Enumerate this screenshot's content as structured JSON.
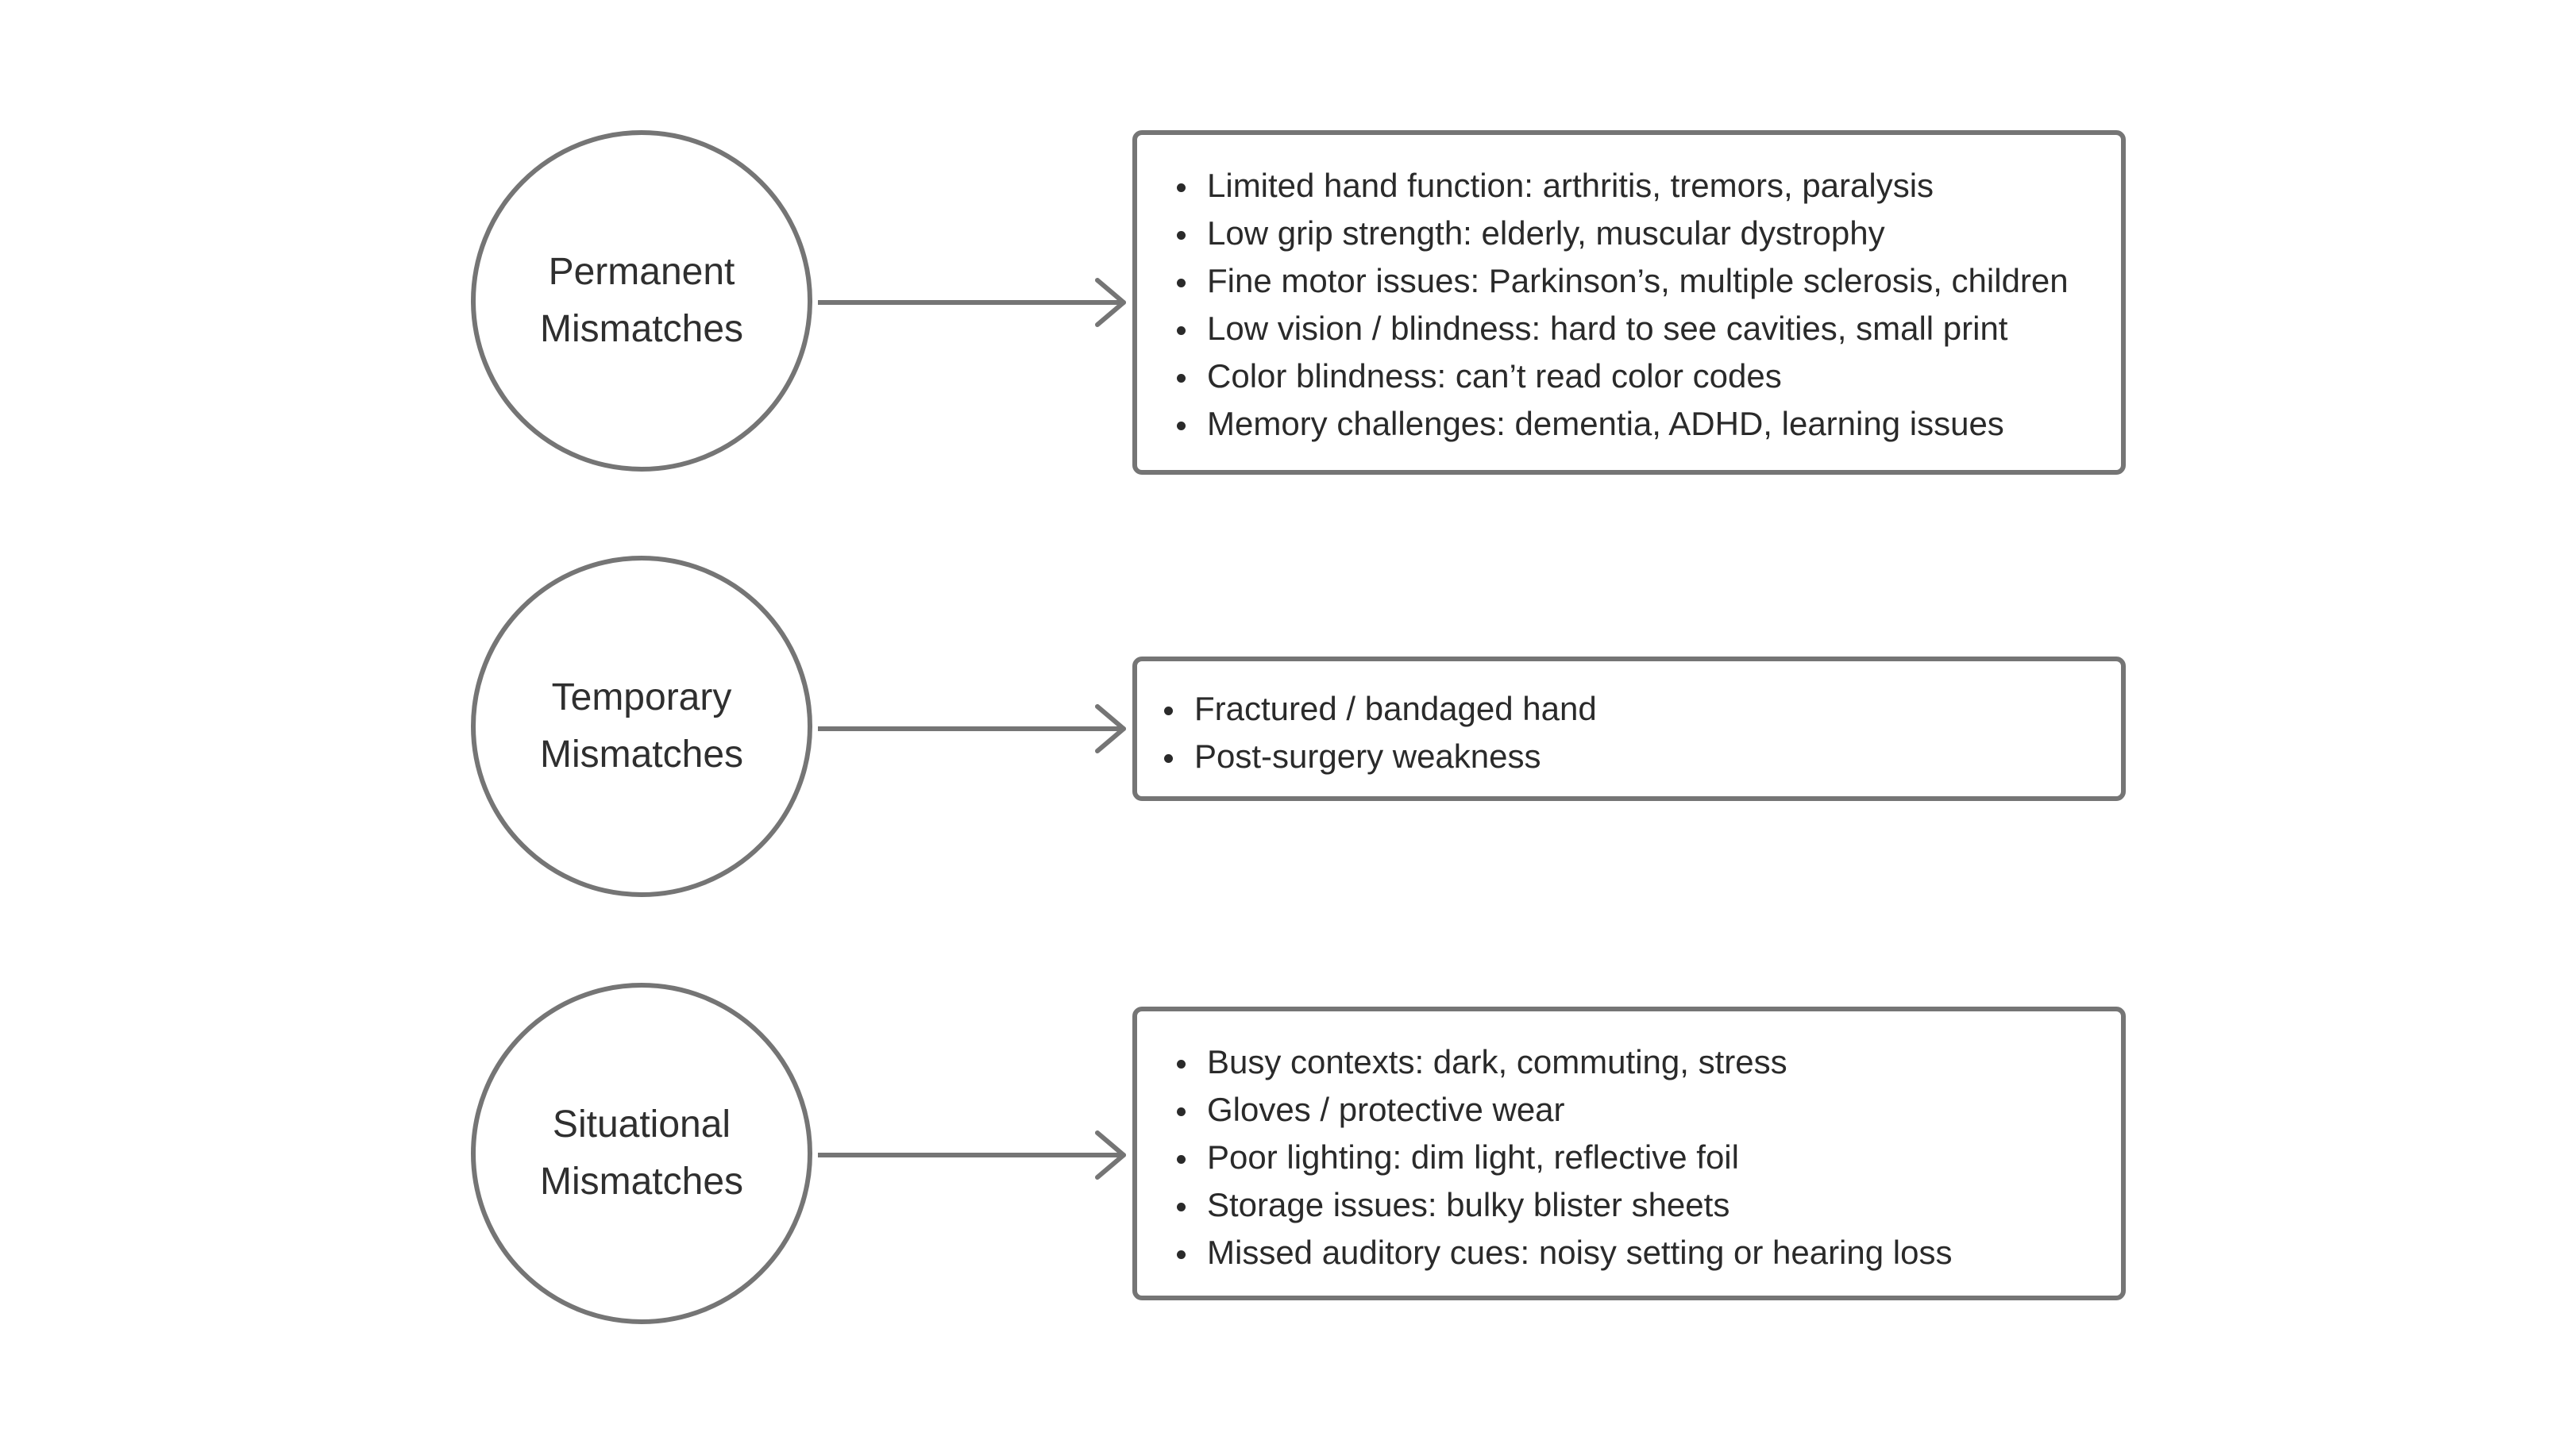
{
  "groups": [
    {
      "label": "Permanent\nMismatches",
      "items": [
        "Limited hand function: arthritis, tremors, paralysis",
        "Low grip strength: elderly, muscular dystrophy",
        "Fine motor issues: Parkinson’s, multiple sclerosis, children",
        "Low vision / blindness: hard to see cavities, small print",
        "Color blindness: can’t read color codes",
        "Memory challenges: dementia, ADHD, learning issues"
      ]
    },
    {
      "label": "Temporary\nMismatches",
      "items": [
        "Fractured / bandaged hand",
        "Post-surgery weakness"
      ]
    },
    {
      "label": "Situational\nMismatches",
      "items": [
        "Busy contexts: dark, commuting, stress",
        "Gloves / protective wear",
        "Poor lighting: dim light, reflective foil",
        "Storage issues: bulky blister sheets",
        "Missed auditory cues: noisy setting or hearing loss"
      ]
    }
  ],
  "colors": {
    "stroke": "#757575",
    "text": "#2a2a2a",
    "background": "#ffffff"
  }
}
